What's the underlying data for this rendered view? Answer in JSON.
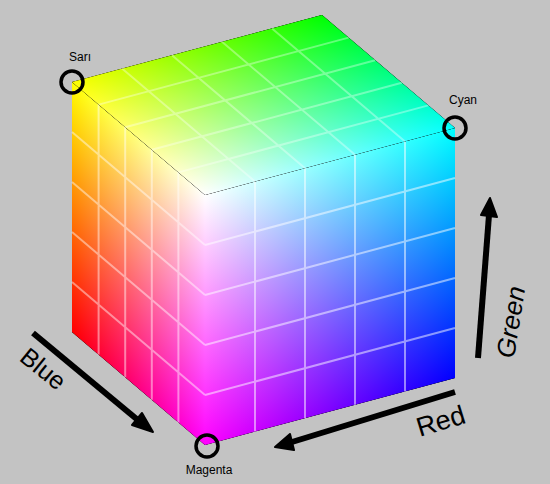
{
  "diagram": {
    "labels": [
      "Sarı",
      "Cyan",
      "Magenta",
      "Blue",
      "Red",
      "Green"
    ]
  }
}
